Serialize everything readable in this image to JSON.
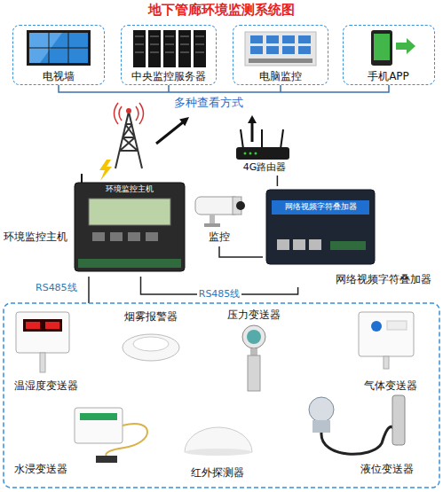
{
  "diagram": {
    "title": "地下管廊环境监测系统图",
    "nodes": [
      {
        "text": [
          "电视墙"
        ]
      },
      {
        "text": [
          "中央监控服务器"
        ]
      },
      {
        "text": [
          "电脑监控"
        ]
      },
      {
        "text": [
          "手机APP"
        ]
      },
      {
        "text": [
          "4G路由器"
        ]
      },
      {
        "text": [
          "环境监控主机"
        ]
      },
      {
        "text": [
          "监控"
        ]
      },
      {
        "text": [
          "网络视频字符叠加器"
        ]
      },
      {
        "text": [
          "温湿度变送器"
        ]
      },
      {
        "text": [
          "烟雾报警器"
        ]
      },
      {
        "text": [
          "压力变送器"
        ]
      },
      {
        "text": [
          "气体变送器"
        ]
      },
      {
        "text": [
          "水浸变送器"
        ]
      },
      {
        "text": [
          "红外探测器"
        ]
      },
      {
        "text": [
          "液位变送器"
        ]
      }
    ],
    "edges": [
      {
        "from": 5,
        "to": 7,
        "label": "RS485线",
        "arrow": "none"
      },
      {
        "from": 6,
        "to": 7,
        "arrow": "none"
      },
      {
        "from": 4,
        "to": 7,
        "arrow": "none"
      }
    ],
    "labels": [
      "多种查看方式",
      "环境监控主机",
      "网络视频字符叠加器",
      "RS485线"
    ]
  }
}
